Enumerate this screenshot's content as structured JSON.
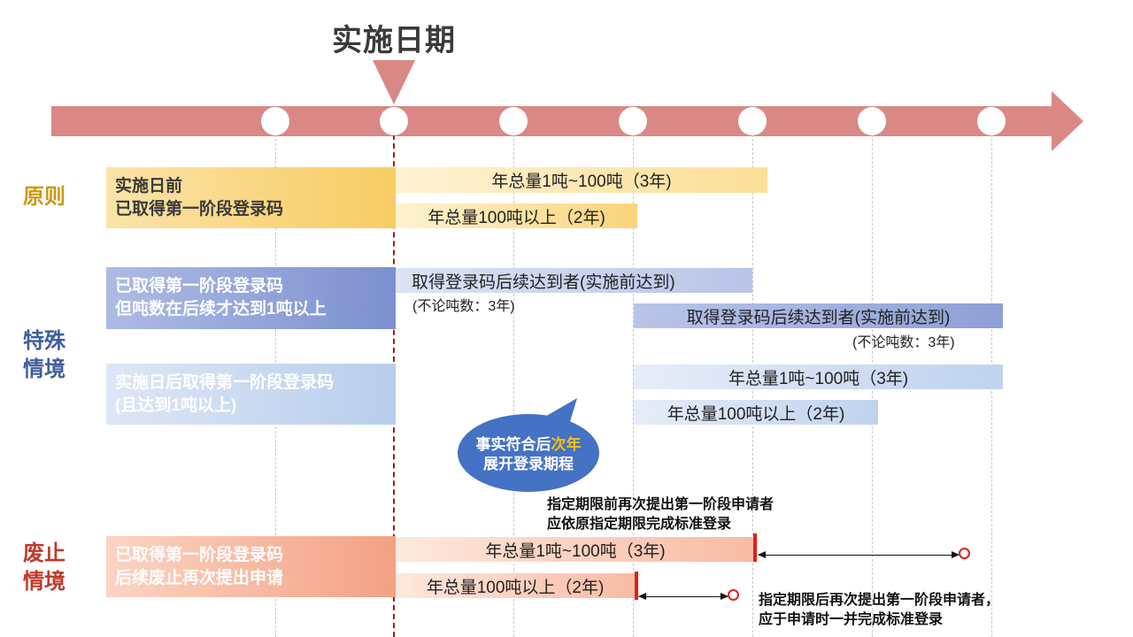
{
  "title": "实施日期",
  "sections": {
    "principle": "原则",
    "special": [
      "特殊",
      "情境"
    ],
    "abolish": [
      "废止",
      "情境"
    ]
  },
  "rows": {
    "principle_label": [
      "实施日前",
      "已取得第一阶段登录码"
    ],
    "principle_bar1": "年总量1吨~100吨（3年)",
    "principle_bar2": "年总量100吨以上（2年)",
    "special1_label": [
      "已取得第一阶段登录码",
      "但吨数在后续才达到1吨以上"
    ],
    "special1_bar_a": "取得登录码后续达到者(实施前达到)",
    "special1_note_a": "(不论吨数：3年)",
    "special1_bar_b": "取得登录码后续达到者(实施前达到)",
    "special1_note_b": "(不论吨数：3年)",
    "special2_label": [
      "实施日后取得第一阶段登录码",
      "(且达到1吨以上)"
    ],
    "special2_bar1": "年总量1吨~100吨（3年)",
    "special2_bar2": "年总量100吨以上（2年)",
    "bubble": [
      "事实符合后",
      "次年",
      "展开登录期程"
    ],
    "abolish_label": [
      "已取得第一阶段登录码",
      "后续废止再次提出申请"
    ],
    "abolish_bar1": "年总量1吨~100吨（3年)",
    "abolish_bar2": "年总量100吨以上（2年)",
    "note_before": [
      "指定期限前再次提出第一阶段申请者",
      "应依原指定期限完成标准登录"
    ],
    "note_after": [
      "指定期限后再次提出第一阶段申请者，",
      "应于申请时一并完成标准登录"
    ]
  },
  "colors": {
    "timeline": "#d98885",
    "principle_text": "#c99a13",
    "special_text": "#3f5f9e",
    "abolish_text": "#c0392b",
    "bubble": "#4472c4",
    "bubble_highlight": "#ffc000",
    "end_mark": "#e0201b"
  },
  "icons": [
    "timeline-arrow",
    "pointer-triangle",
    "milestone-dot",
    "end-ring-icon",
    "double-arrow-icon"
  ]
}
